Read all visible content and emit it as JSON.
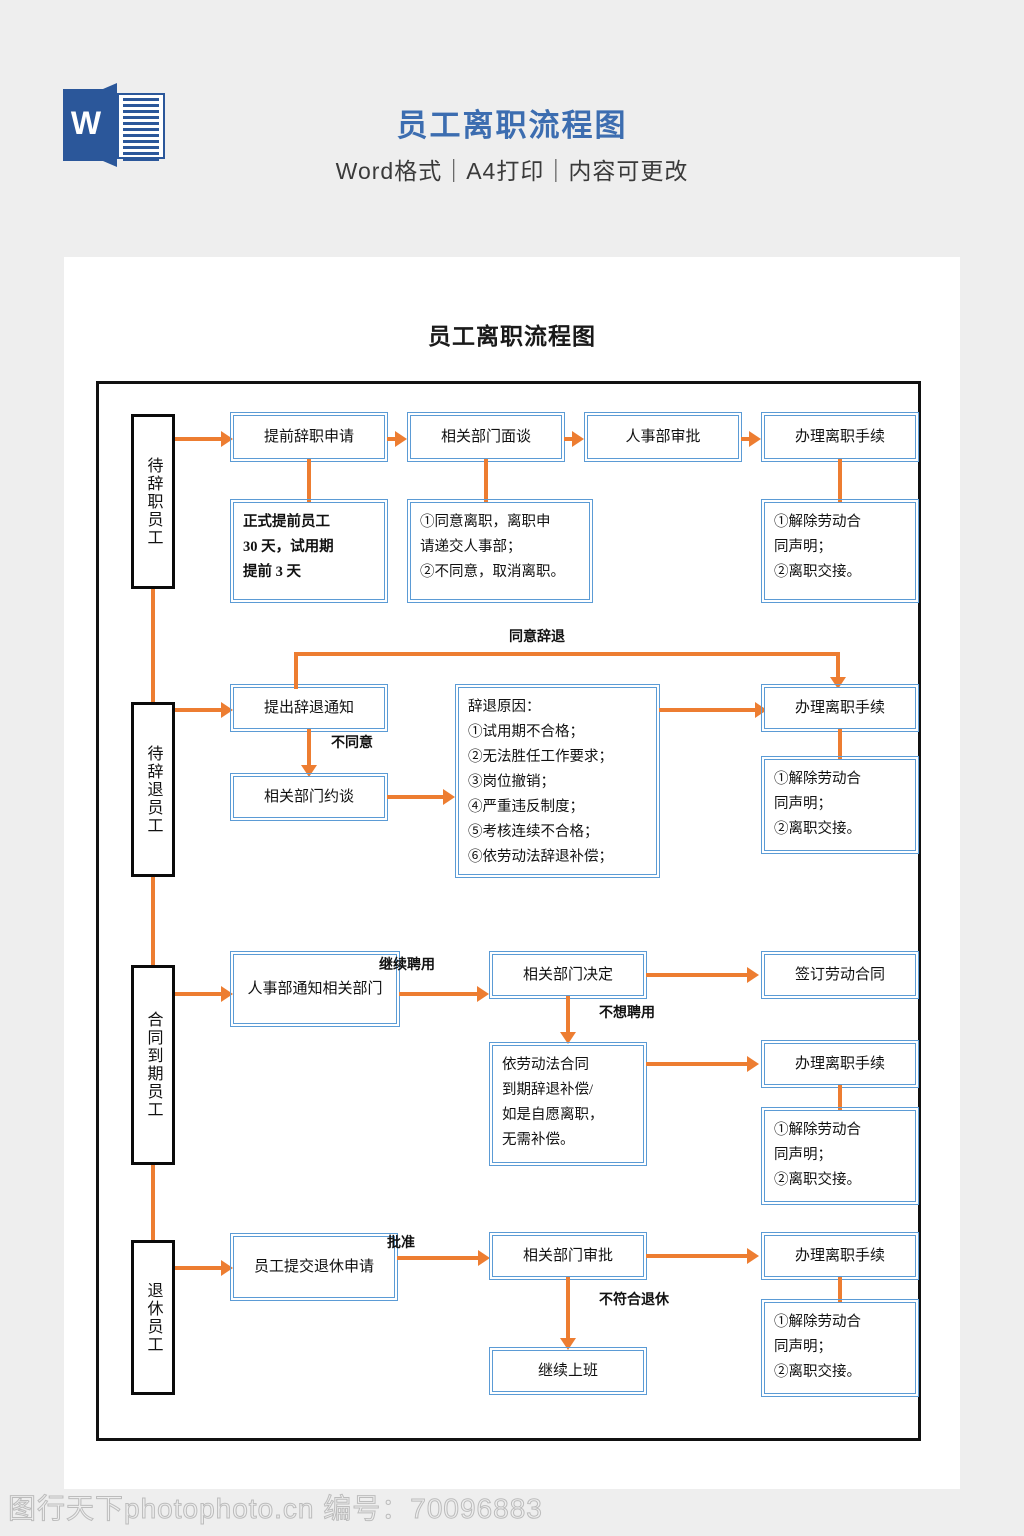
{
  "header": {
    "logo_name": "word-logo",
    "logo_letter": "W",
    "title": "员工离职流程图",
    "subtitle": "Word格式｜A4打印｜内容可更改",
    "accent_blue": "#3C6DB0"
  },
  "document": {
    "title": "员工离职流程图",
    "box_border_color": "#5B9BD5",
    "arrow_color": "#ED7D31",
    "frame_color": "#111111"
  },
  "sections": [
    {
      "stage": "待辞职员工",
      "boxes": {
        "s1": "提前辞职申请",
        "s1_note": "正式提前员工\n30 天，试用期\n提前 3 天",
        "s2": "相关部门面谈",
        "s2_note": "①同意离职，离职申\n请递交人事部；\n②不同意，取消离职。",
        "s3": "人事部审批",
        "s4": "办理离职手续",
        "s4_note": "①解除劳动合\n同声明；\n②离职交接。"
      }
    },
    {
      "stage": "待辞退员工",
      "labels": {
        "agree": "同意辞退",
        "disagree": "不同意"
      },
      "boxes": {
        "s1": "提出辞退通知",
        "s2": "相关部门约谈",
        "reasons": "辞退原因：\n①试用期不合格；\n②无法胜任工作要求；\n③岗位撤销；\n④严重违反制度；\n⑤考核连续不合格；\n⑥依劳动法辞退补偿；",
        "s3": "办理离职手续",
        "s3_note": "①解除劳动合\n同声明；\n②离职交接。"
      }
    },
    {
      "stage": "合同到期员工",
      "labels": {
        "continue": "继续聘用",
        "stop": "不想聘用"
      },
      "boxes": {
        "s1": "人事部通知相关部门",
        "s2": "相关部门决定",
        "s3": "签订劳动合同",
        "compensation": "依劳动法合同\n到期辞退补偿/\n如是自愿离职，\n无需补偿。",
        "s4": "办理离职手续",
        "s4_note": "①解除劳动合\n同声明；\n②离职交接。"
      }
    },
    {
      "stage": "退休员工",
      "labels": {
        "approve": "批准",
        "reject": "不符合退休"
      },
      "boxes": {
        "s1": "员工提交退休申请",
        "s2": "相关部门审批",
        "s3": "继续上班",
        "s4": "办理离职手续",
        "s4_note": "①解除劳动合\n同声明；\n②离职交接。"
      }
    }
  ],
  "watermark": "图行天下photophoto.cn 编号：70096883"
}
